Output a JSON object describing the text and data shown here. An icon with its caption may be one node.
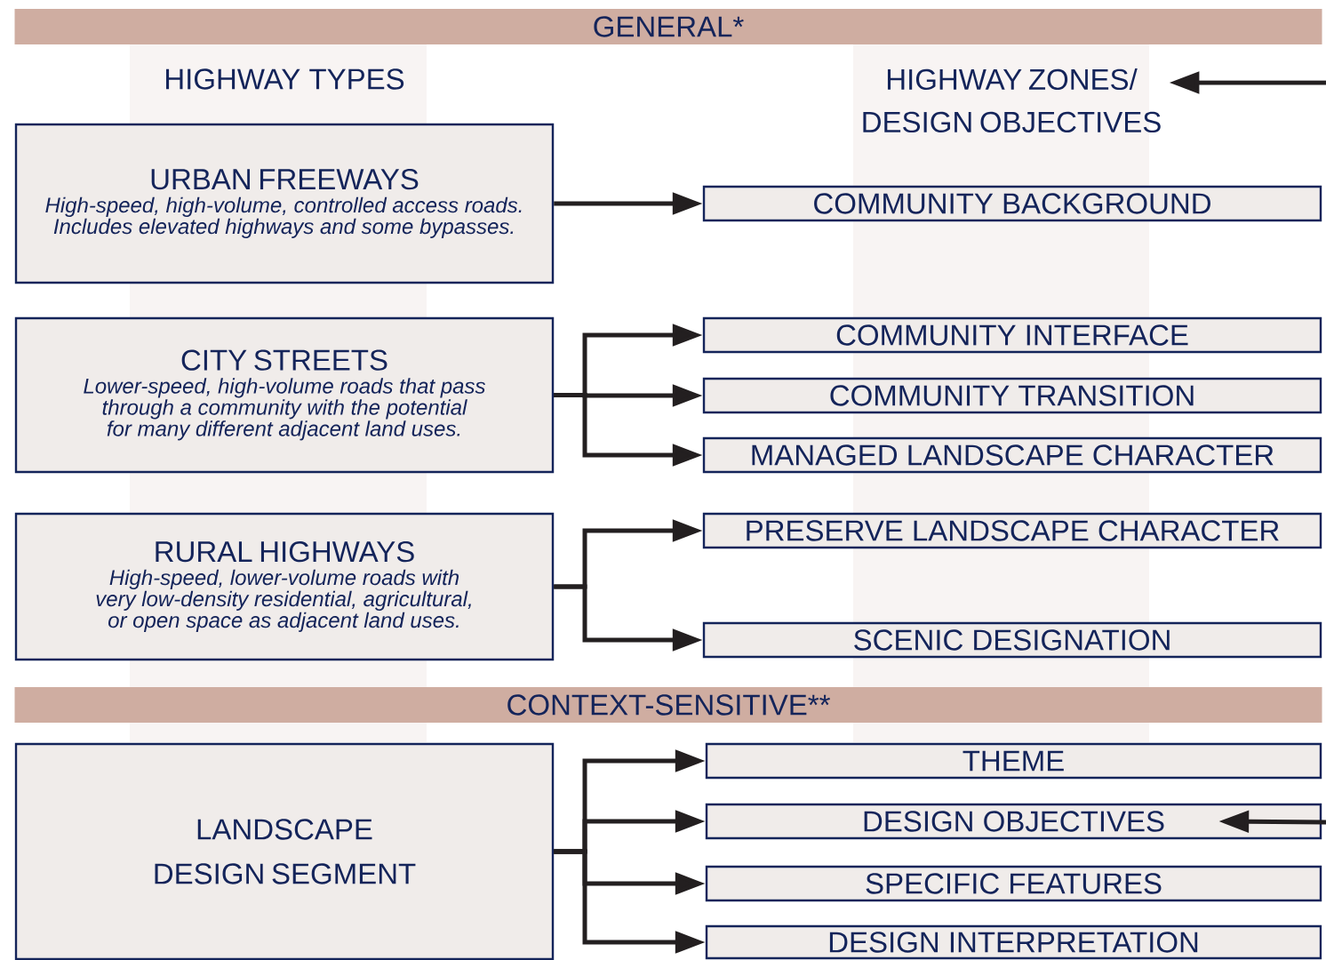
{
  "diagram": {
    "nodes": [
      {
        "text": [
          "GENERAL*"
        ]
      },
      {
        "text": [
          "HIGHWAY TYPES"
        ]
      },
      {
        "text": [
          "HIGHWAY ZONES/ DESIGN OBJECTIVES"
        ]
      },
      {
        "text": [
          "URBAN FREEWAYS",
          "High-speed, high-volume, controlled access roads. Includes elevated highways and some bypasses."
        ]
      },
      {
        "text": [
          "CITY STREETS",
          "Lower-speed, high-volume roads that pass through a community with the potential for many different adjacent land uses."
        ]
      },
      {
        "text": [
          "RURAL HIGHWAYS",
          "High-speed, lower-volume roads with very low-density residential, agricultural, or open space as adjacent land uses."
        ]
      },
      {
        "text": [
          "COMMUNITY BACKGROUND"
        ]
      },
      {
        "text": [
          "COMMUNITY INTERFACE"
        ]
      },
      {
        "text": [
          "COMMUNITY TRANSITION"
        ]
      },
      {
        "text": [
          "MANAGED LANDSCAPE CHARACTER"
        ]
      },
      {
        "text": [
          "PRESERVE LANDSCAPE CHARACTER"
        ]
      },
      {
        "text": [
          "SCENIC DESIGNATION"
        ]
      },
      {
        "text": [
          "CONTEXT-SENSITIVE**"
        ]
      },
      {
        "text": [
          "LANDSCAPE DESIGN SEGMENT"
        ]
      },
      {
        "text": [
          "THEME"
        ]
      },
      {
        "text": [
          "DESIGN OBJECTIVES"
        ]
      },
      {
        "text": [
          "SPECIFIC FEATURES"
        ]
      },
      {
        "text": [
          "DESIGN INTERPRETATION"
        ]
      }
    ],
    "edges": [
      {
        "from": 3,
        "to": 6,
        "arrow": "to"
      },
      {
        "from": 4,
        "to": 7,
        "arrow": "to"
      },
      {
        "from": 4,
        "to": 8,
        "arrow": "to"
      },
      {
        "from": 4,
        "to": 9,
        "arrow": "to"
      },
      {
        "from": 5,
        "to": 10,
        "arrow": "to"
      },
      {
        "from": 5,
        "to": 11,
        "arrow": "to"
      },
      {
        "from": 13,
        "to": 14,
        "arrow": "to"
      },
      {
        "from": 13,
        "to": 15,
        "arrow": "to"
      },
      {
        "from": 13,
        "to": 16,
        "arrow": "to"
      },
      {
        "from": 13,
        "to": 17,
        "arrow": "to"
      },
      {
        "from": null,
        "to": 2,
        "arrow": "to"
      },
      {
        "from": null,
        "to": 15,
        "arrow": "to"
      }
    ]
  }
}
